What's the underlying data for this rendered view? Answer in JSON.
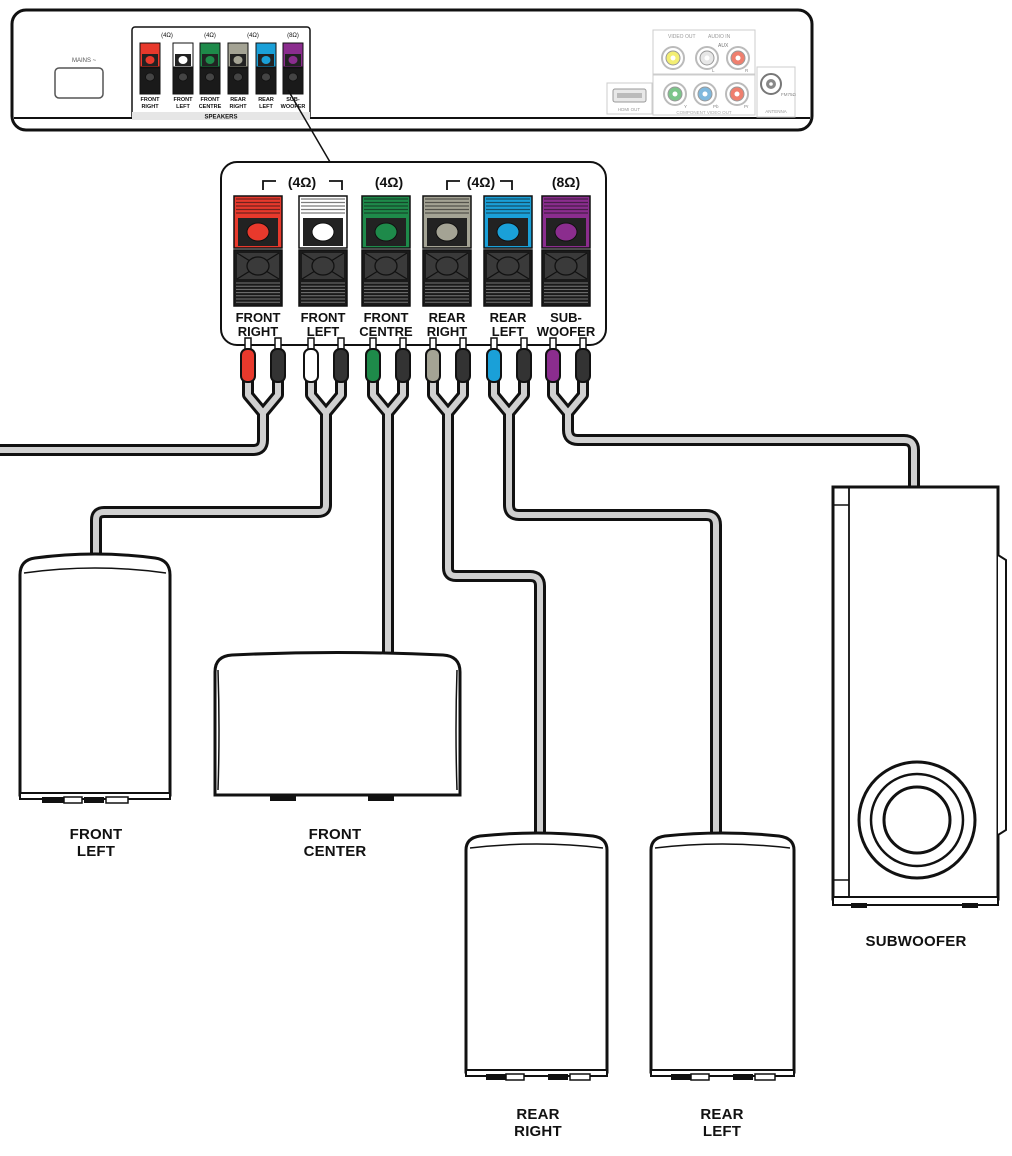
{
  "receiver": {
    "mains_label": "MAINS ~",
    "speakers_panel_label": "SPEAKERS",
    "video_out_label": "VIDEO OUT",
    "audio_in_label": "AUDIO IN",
    "aux_label": "AUX",
    "hdmi_out_label": "HDMI OUT",
    "component_label": "COMPONENT VIDEO OUT",
    "antenna_label": "ANTENNA",
    "fm_label": "FM75Ω",
    "jack_l": "L",
    "jack_r": "R",
    "jack_y": "Y",
    "jack_pb": "Pb",
    "jack_pr": "Pr"
  },
  "impedance": {
    "front": "(4Ω)",
    "centre": "(4Ω)",
    "rear": "(4Ω)",
    "sub": "(8Ω)"
  },
  "terminals": [
    {
      "line1": "FRONT",
      "line2": "RIGHT",
      "color": "#e8392c"
    },
    {
      "line1": "FRONT",
      "line2": "LEFT",
      "color": "#ffffff"
    },
    {
      "line1": "FRONT",
      "line2": "CENTRE",
      "color": "#1e8a4a"
    },
    {
      "line1": "REAR",
      "line2": "RIGHT",
      "color": "#a4a394"
    },
    {
      "line1": "REAR",
      "line2": "LEFT",
      "color": "#1aa0d8"
    },
    {
      "line1": "SUB-",
      "line2": "WOOFER",
      "color": "#8b2d8e"
    }
  ],
  "small_terminals": [
    {
      "line1": "FRONT",
      "line2": "RIGHT"
    },
    {
      "line1": "FRONT",
      "line2": "LEFT"
    },
    {
      "line1": "FRONT",
      "line2": "CENTRE"
    },
    {
      "line1": "REAR",
      "line2": "RIGHT"
    },
    {
      "line1": "REAR",
      "line2": "LEFT"
    },
    {
      "line1": "SUB-",
      "line2": "WOOFER"
    }
  ],
  "speakers": {
    "front_left": {
      "line1": "FRONT",
      "line2": "LEFT"
    },
    "front_center": {
      "line1": "FRONT",
      "line2": "CENTER"
    },
    "rear_right": {
      "line1": "REAR",
      "line2": "RIGHT"
    },
    "rear_left": {
      "line1": "REAR",
      "line2": "LEFT"
    },
    "subwoofer": {
      "line1": "SUBWOOFER"
    }
  }
}
